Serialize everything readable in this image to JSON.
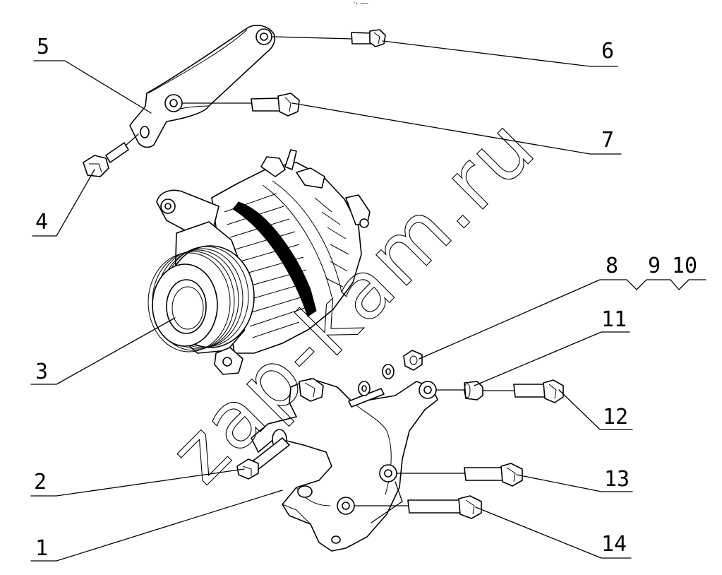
{
  "watermark": "zap-kam.ru",
  "top_mark": "\"• ===",
  "callouts": [
    {
      "id": "1",
      "label": "1"
    },
    {
      "id": "2",
      "label": "2"
    },
    {
      "id": "3",
      "label": "3"
    },
    {
      "id": "4",
      "label": "4"
    },
    {
      "id": "5",
      "label": "5"
    },
    {
      "id": "6",
      "label": "6"
    },
    {
      "id": "7",
      "label": "7"
    },
    {
      "id": "8",
      "label": "8"
    },
    {
      "id": "9",
      "label": "9"
    },
    {
      "id": "10",
      "label": "10"
    },
    {
      "id": "11",
      "label": "11"
    },
    {
      "id": "12",
      "label": "12"
    },
    {
      "id": "13",
      "label": "13"
    },
    {
      "id": "14",
      "label": "14"
    }
  ]
}
